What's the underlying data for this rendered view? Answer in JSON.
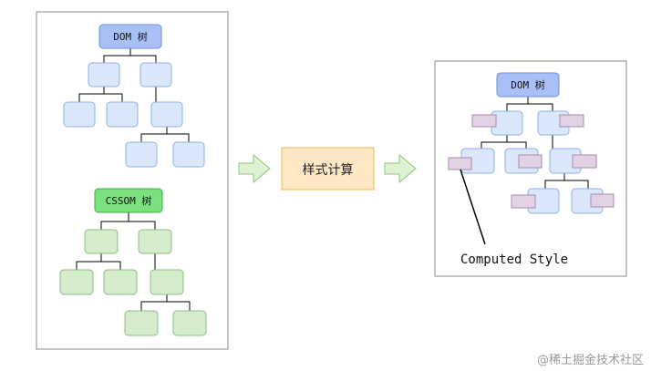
{
  "left_panel": {
    "dom_root_label": "DOM 树",
    "cssom_root_label": "CSSOM 树"
  },
  "middle": {
    "process_label": "样式计算"
  },
  "right_panel": {
    "dom_root_label": "DOM 树",
    "annotation": "Computed Style"
  },
  "watermark": "@稀土掘金技术社区",
  "colors": {
    "dom_root_fill": "#a8c0f5",
    "dom_root_stroke": "#6f8fd8",
    "dom_node_fill": "#dbe7fb",
    "dom_node_stroke": "#8fb0e6",
    "cssom_root_fill": "#7be07e",
    "cssom_root_stroke": "#3fae44",
    "cssom_node_fill": "#d4ebcc",
    "cssom_node_stroke": "#8cbf84",
    "style_tag_fill": "#e3d2e6",
    "style_tag_stroke": "#a68aab",
    "process_fill": "#fde7c4",
    "process_stroke": "#f2b857",
    "arrow_fill": "#dff2d4",
    "arrow_stroke": "#8dc27c",
    "panel_stroke": "#8a8a8a"
  }
}
